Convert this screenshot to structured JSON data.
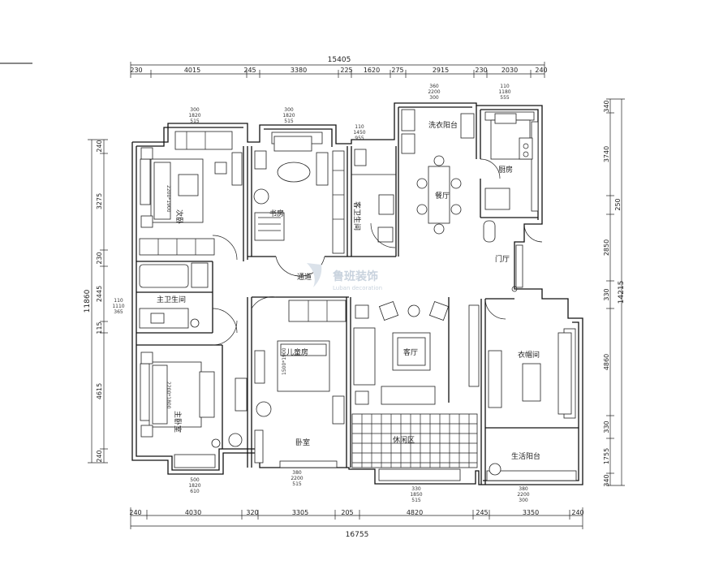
{
  "dimensions": {
    "top_total": "15405",
    "top": [
      "230",
      "4015",
      "245",
      "3380",
      "225",
      "1620",
      "275",
      "2915",
      "230",
      "2030",
      "240"
    ],
    "bottom_total": "16755",
    "bottom": [
      "240",
      "4030",
      "320",
      "3305",
      "205",
      "4820",
      "245",
      "3350",
      "240"
    ],
    "left_total": "11860",
    "left": [
      "240",
      "3275",
      "230",
      "2445",
      "115",
      "4615",
      "240"
    ],
    "right_total": "14215",
    "right": [
      "340",
      "3740",
      "250",
      "2850",
      "330",
      "4860",
      "330",
      "1755",
      "340"
    ]
  },
  "rooms": {
    "second_bedroom_top": "次卧",
    "study": "书房",
    "guest_bathroom": "客卫生间",
    "laundry_balcony": "洗衣阳台",
    "dining": "餐厅",
    "kitchen": "厨房",
    "foyer": "门厅",
    "hallway": "通道",
    "master_bathroom": "主卫生间",
    "children_room": "儿童房",
    "living_room": "客厅",
    "master_bedroom": "主卧室",
    "bedroom_bottom": "卧室",
    "leisure_area": "休闲区",
    "cloakroom": "衣帽间",
    "living_balcony": "生活阳台"
  },
  "windows": {
    "w1": [
      "300",
      "1820",
      "515"
    ],
    "w2": [
      "300",
      "1820",
      "515"
    ],
    "w3": [
      "110",
      "1450",
      "955"
    ],
    "w4": [
      "360",
      "2200",
      "300"
    ],
    "w5": [
      "110",
      "1180",
      "555"
    ],
    "w6": [
      "110",
      "1110",
      "365"
    ],
    "w7": [
      "500",
      "1820",
      "610"
    ],
    "w8": [
      "380",
      "2200",
      "515"
    ],
    "w9": [
      "330",
      "1850",
      "515"
    ],
    "w10": [
      "380",
      "2200",
      "300"
    ]
  },
  "wardrobe_labels": {
    "bedroom_top": "2200*1900",
    "children": "1500*1900",
    "bedroom_bottom": "2200*1800"
  },
  "watermark": {
    "name": "鲁班装饰",
    "sub": "Luban decoration"
  }
}
